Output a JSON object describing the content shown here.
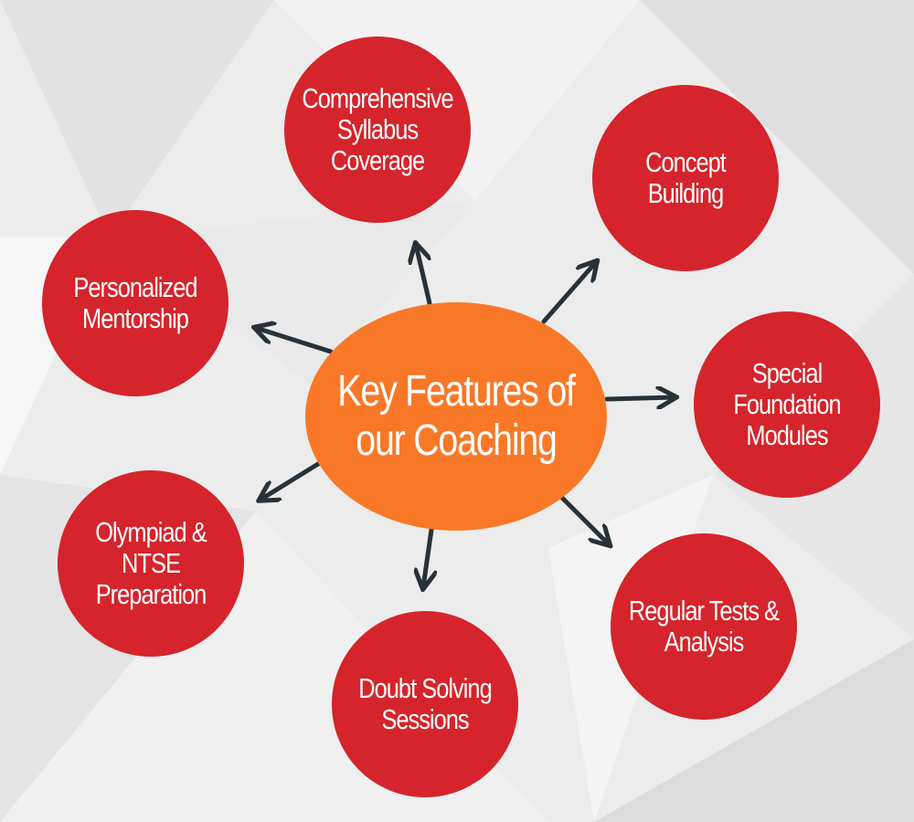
{
  "center": {
    "title": "Key Features of\nour Coaching"
  },
  "features": [
    {
      "label": "Comprehensive\nSyllabus\nCoverage"
    },
    {
      "label": "Concept\nBuilding"
    },
    {
      "label": "Personalized\nMentorship"
    },
    {
      "label": "Special\nFoundation\nModules"
    },
    {
      "label": "Olympiad &\nNTSE\nPreparation"
    },
    {
      "label": "Regular Tests &\nAnalysis"
    },
    {
      "label": "Doubt Solving\nSessions"
    }
  ],
  "colors": {
    "node": "#d5242b",
    "center": "#f97828",
    "arrow": "#263238"
  }
}
